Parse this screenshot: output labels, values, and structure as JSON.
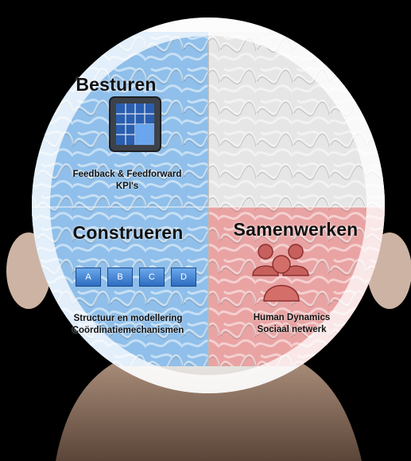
{
  "quadrants": {
    "besturen": {
      "title": "Besturen",
      "lines": [
        "Feedback & Feedforward",
        "KPI's"
      ],
      "icon": "grid-dashboard-icon",
      "color": "#8fbfea"
    },
    "construeren": {
      "title": "Construeren",
      "lines": [
        "Structuur  en modellering",
        "Coördinatiemechanismen"
      ],
      "icon": "process-steps-icon",
      "steps": [
        "A",
        "B",
        "C",
        "D"
      ],
      "color": "#8fbfea"
    },
    "samenwerken": {
      "title": "Samenwerken",
      "lines": [
        "Human Dynamics",
        "Sociaal netwerk"
      ],
      "icon": "people-group-icon",
      "color": "#e9a3a3"
    },
    "unlabeled_quadrant": {
      "color": "#e6e6e6"
    }
  }
}
